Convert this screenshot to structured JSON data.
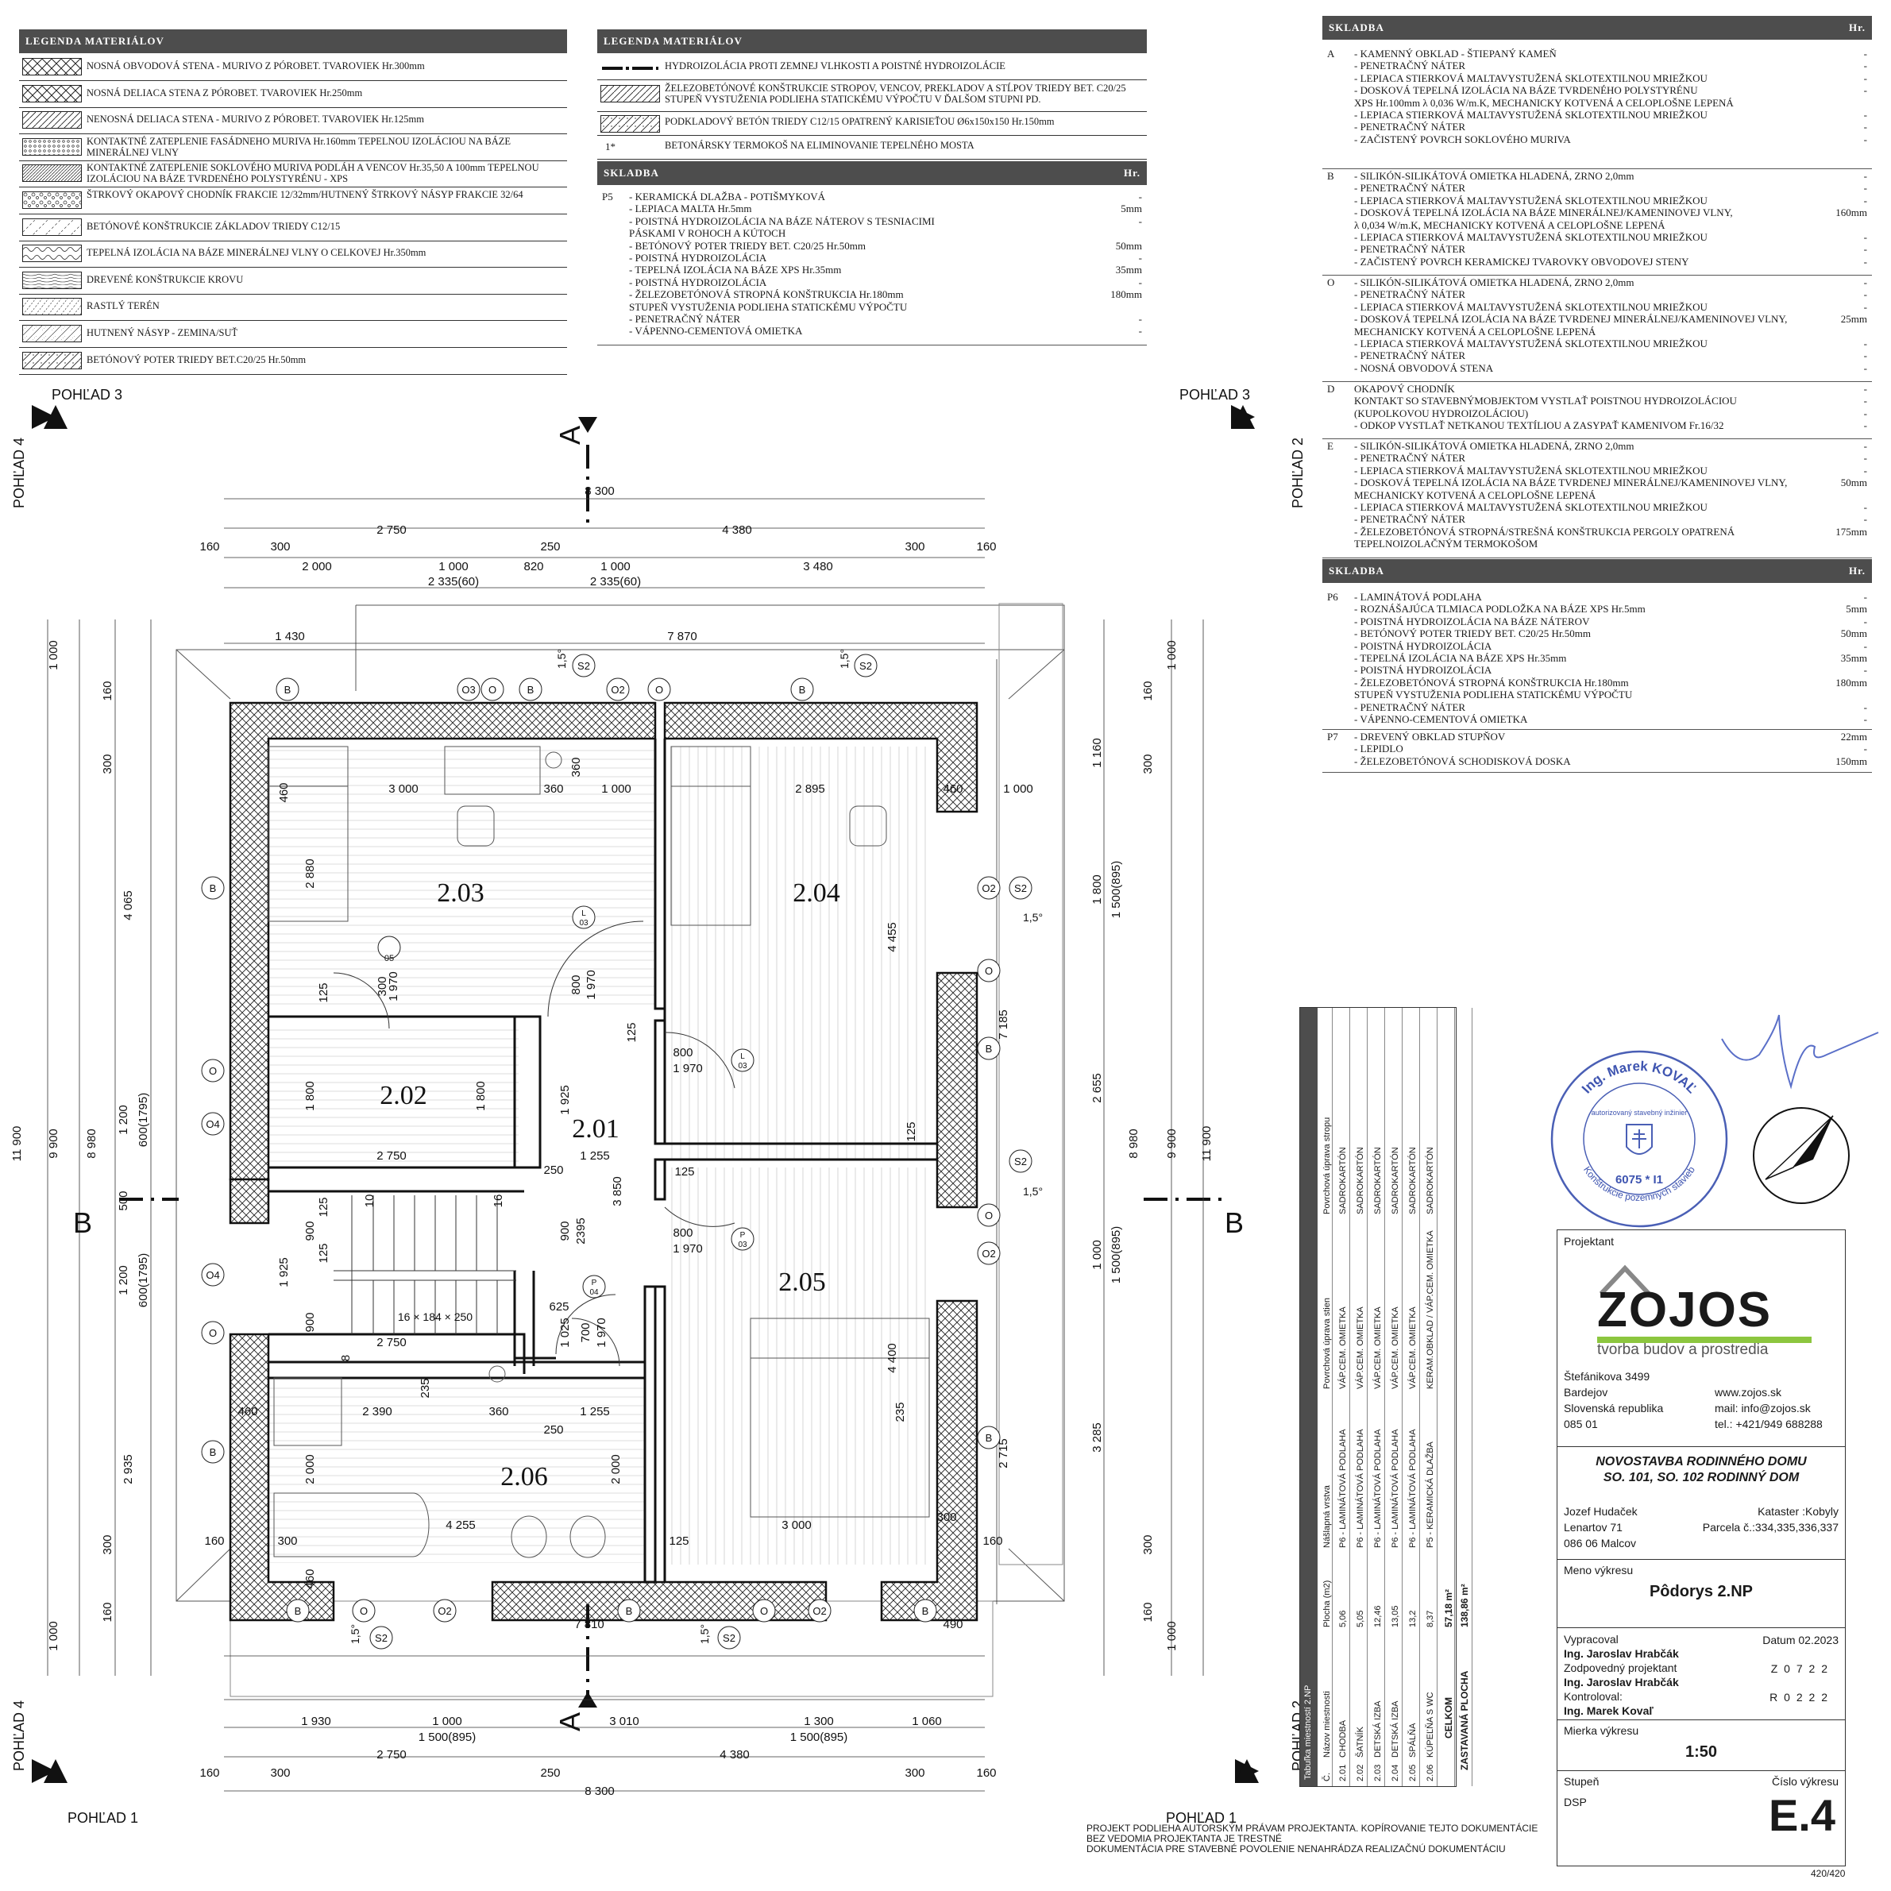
{
  "legend_left": {
    "title": "LEGENDA MATERIÁLOV",
    "items": [
      {
        "label": "NOSNÁ OBVODOVÁ STENA - MURIVO Z PÓROBET. TVAROVIEK Hr.300mm",
        "pattern": "cross"
      },
      {
        "label": "NOSNÁ DELIACA STENA Z PÓROBET. TVAROVIEK Hr.250mm",
        "pattern": "cross"
      },
      {
        "label": "NENOSNÁ DELIACA STENA - MURIVO Z PÓROBET. TVAROVIEK Hr.125mm",
        "pattern": "hatch"
      },
      {
        "label": "KONTAKTNÉ ZATEPLENIE FASÁDNEHO MURIVA Hr.160mm TEPELNOU IZOLÁCIOU NA BÁZE MINERÁLNEJ VLNY",
        "pattern": "dots"
      },
      {
        "label": "KONTAKTNÉ ZATEPLENIE SOKLOVÉHO MURIVA PODLÁH A VENCOV Hr.35,50 A 100mm TEPELNOU IZOLÁCIOU NA BÁZE TVRDENÉHO POLYSTYRÉNU - XPS",
        "pattern": "dense"
      },
      {
        "label": "ŠTRKOVÝ OKAPOVÝ CHODNÍK FRAKCIE 12/32mm/HUTNENÝ ŠTRKOVÝ NÁSYP FRAKCIE 32/64",
        "pattern": "gravel"
      },
      {
        "label": "BETÓNOVÉ KONŠTRUKCIE ZÁKLADOV TRIEDY C12/15",
        "pattern": "sparse"
      },
      {
        "label": "TEPELNÁ IZOLÁCIA NA BÁZE MINERÁLNEJ VLNY O CELKOVEJ Hr.350mm",
        "pattern": "wave"
      },
      {
        "label": "DREVENÉ KONŠTRUKCIE KROVU",
        "pattern": "wood"
      },
      {
        "label": "RASTLÝ TERÉN",
        "pattern": "soil"
      },
      {
        "label": "HUTNENÝ NÁSYP - ZEMINA/SUŤ",
        "pattern": "fill"
      },
      {
        "label": "BETÓNOVÝ POTER TRIEDY BET.C20/25 Hr.50mm",
        "pattern": "hatch2"
      }
    ]
  },
  "legend_mid": {
    "title": "LEGENDA MATERIÁLOV",
    "items": [
      {
        "label": "HYDROIZOLÁCIA PROTI ZEMNEJ VLHKOSTI A POISTNÉ HYDROIZOLÁCIE",
        "pattern": "line"
      },
      {
        "label": "ŽELEZOBETÓNOVÉ KONŠTRUKCIE STROPOV, VENCOV, PREKLADOV A STĹPOV TRIEDY BET. C20/25 STUPEŇ VYSTUŽENIA PODLIEHA STATICKÉMU VÝPOČTU V ĎALŠOM STUPNI PD.",
        "pattern": "hatch"
      },
      {
        "label": "PODKLADOVÝ BETÓN TRIEDY C12/15 OPATRENÝ KARISIEŤOU Ø6x150x150 Hr.150mm",
        "pattern": "hatch2"
      },
      {
        "label": "BETONÁRSKY TERMOKOŠ NA ELIMINOVANIE TEPELNÉHO MOSTA",
        "pattern": "star",
        "code": "1*"
      }
    ]
  },
  "skladba_mid": {
    "title": "SKLADBA",
    "hr": "Hr.",
    "code": "P5",
    "lines": [
      "- KERAMICKÁ DLAŽBA - POTIŠMYKOVÁ",
      "- LEPIACA MALTA Hr.5mm",
      "- POISTNÁ HYDROIZOLÁCIA NA BÁZE NÁTEROV S TESNIACIMI",
      "PÁSKAMI V ROHOCH A KÚTOCH",
      "- BETÓNOVÝ POTER TRIEDY BET. C20/25 Hr.50mm",
      "- POISTNÁ HYDROIZOLÁCIA",
      "- TEPELNÁ IZOLÁCIA NA BÁZE XPS Hr.35mm",
      "- POISTNÁ HYDROIZOLÁCIA",
      "- ŽELEZOBETÓNOVÁ STROPNÁ KONŠTRUKCIA Hr.180mm",
      "STUPEŇ VYSTUŽENIA PODLIEHA STATICKÉMU VÝPOČTU",
      "- PENETRAČNÝ NÁTER",
      "- VÁPENNO-CEMENTOVÁ OMIETKA"
    ],
    "values": [
      "-",
      "5mm",
      "-",
      "",
      "50mm",
      "-",
      "35mm",
      "-",
      "180mm",
      "",
      "-",
      "-"
    ]
  },
  "skladba_right1": {
    "title": "SKLADBA",
    "hr": "Hr.",
    "sections": [
      {
        "code": "A",
        "lines": [
          "- KAMENNÝ OBKLAD - ŠTIEPANÝ KAMEŇ",
          "- PENETRAČNÝ NÁTER",
          "- LEPIACA STIERKOVÁ MALTAVYSTUŽENÁ SKLOTEXTILNOU MRIEŽKOU",
          "- DOSKOVÁ TEPELNÁ IZOLÁCIA NA BÁZE TVRDENÉHO POLYSTYRÉNU",
          "XPS Hr.100mm λ 0,036 W/m.K, MECHANICKY KOTVENÁ A CELOPLOŠNE LEPENÁ",
          "- LEPIACA STIERKOVÁ MALTAVYSTUŽENÁ SKLOTEXTILNOU MRIEŽKOU",
          "- PENETRAČNÝ NÁTER",
          "- ZAČISTENÝ POVRCH SOKLOVÉHO MURIVA"
        ],
        "values": [
          "-",
          "-",
          "-",
          "-",
          "",
          "-",
          "-",
          "-"
        ],
        "h": 154
      },
      {
        "code": "B",
        "lines": [
          "- SILIKÓN-SILIKÁTOVÁ OMIETKA HLADENÁ, ZRNO 2,0mm",
          "- PENETRAČNÝ NÁTER",
          "- LEPIACA STIERKOVÁ MALTAVYSTUŽENÁ SKLOTEXTILNOU MRIEŽKOU",
          "- DOSKOVÁ TEPELNÁ IZOLÁCIA NA BÁZE MINERÁLNEJ/KAMENINOVEJ VLNY,",
          "λ 0,034 W/m.K, MECHANICKY KOTVENÁ A CELOPLOŠNE LEPENÁ",
          "- LEPIACA STIERKOVÁ MALTAVYSTUŽENÁ SKLOTEXTILNOU MRIEŽKOU",
          "- PENETRAČNÝ NÁTER",
          "- ZAČISTENÝ POVRCH KERAMICKEJ TVAROVKY OBVODOVEJ STENY"
        ],
        "values": [
          "-",
          "-",
          "-",
          "160mm",
          "",
          "-",
          "-",
          "-"
        ],
        "h": 134
      },
      {
        "code": "O",
        "lines": [
          "- SILIKÓN-SILIKÁTOVÁ OMIETKA HLADENÁ, ZRNO 2,0mm",
          "- PENETRAČNÝ NÁTER",
          "- LEPIACA STIERKOVÁ MALTAVYSTUŽENÁ SKLOTEXTILNOU MRIEŽKOU",
          "- DOSKOVÁ TEPELNÁ IZOLÁCIA NA BÁZE TVRDENEJ MINERÁLNEJ/KAMENINOVEJ VLNY,",
          "MECHANICKY KOTVENÁ A CELOPLOŠNE LEPENÁ",
          "- LEPIACA STIERKOVÁ MALTAVYSTUŽENÁ SKLOTEXTILNOU MRIEŽKOU",
          "- PENETRAČNÝ NÁTER",
          "- NOSNÁ OBVODOVÁ STENA"
        ],
        "values": [
          "-",
          "-",
          "-",
          "25mm",
          "",
          "-",
          "-",
          "-"
        ],
        "h": 134
      },
      {
        "code": "D",
        "lines": [
          "OKAPOVÝ CHODNÍK",
          "KONTAKT SO STAVEBNÝMOBJEKTOM VYSTLAŤ POISTNOU HYDROIZOLÁCIOU",
          "(KUPOLKOVOU HYDROIZOLÁCIOU)",
          "- ODKOP VYSTLAŤ NETKANOU TEXTÍLIOU A ZASYPAŤ KAMENIVOM Fr.16/32"
        ],
        "values": [
          "-",
          "-",
          "-",
          "-"
        ],
        "h": 72
      },
      {
        "code": "E",
        "lines": [
          "- SILIKÓN-SILIKÁTOVÁ OMIETKA HLADENÁ, ZRNO 2,0mm",
          "- PENETRAČNÝ NÁTER",
          "- LEPIACA STIERKOVÁ MALTAVYSTUŽENÁ SKLOTEXTILNOU MRIEŽKOU",
          "- DOSKOVÁ TEPELNÁ IZOLÁCIA NA BÁZE TVRDENEJ MINERÁLNEJ/KAMENINOVEJ VLNY,",
          "MECHANICKY KOTVENÁ A CELOPLOŠNE LEPENÁ",
          "- LEPIACA STIERKOVÁ MALTAVYSTUŽENÁ SKLOTEXTILNOU MRIEŽKOU",
          "- PENETRAČNÝ NÁTER",
          "- ŽELEZOBETÓNOVÁ STROPNÁ/STREŠNÁ KONŠTRUKCIA PERGOLY OPATRENÁ",
          "TEPELNOIZOLAČNÝM TERMOKOŠOM"
        ],
        "values": [
          "-",
          "-",
          "-",
          "50mm",
          "",
          "-",
          "-",
          "175mm",
          ""
        ],
        "h": 150
      }
    ]
  },
  "skladba_right2": {
    "title": "SKLADBA",
    "hr": "Hr.",
    "sections": [
      {
        "code": "P6",
        "lines": [
          "- LAMINÁTOVÁ PODLAHA",
          "- ROZNÁŠAJÚCA TLMIACA PODLOŽKA NA BÁZE XPS Hr.5mm",
          "- POISTNÁ HYDROIZOLÁCIA NA BÁZE NÁTEROV",
          "- BETÓNOVÝ POTER TRIEDY BET. C20/25 Hr.50mm",
          "- POISTNÁ HYDROIZOLÁCIA",
          "- TEPELNÁ IZOLÁCIA NA BÁZE XPS Hr.35mm",
          "- POISTNÁ HYDROIZOLÁCIA",
          "- ŽELEZOBETÓNOVÁ STROPNÁ KONŠTRUKCIA Hr.180mm",
          "STUPEŇ VYSTUŽENIA PODLIEHA STATICKÉMU VÝPOČTU",
          "- PENETRAČNÝ NÁTER",
          "- VÁPENNO-CEMENTOVÁ OMIETKA"
        ],
        "values": [
          "-",
          "5mm",
          "-",
          "50mm",
          "-",
          "35mm",
          "-",
          "180mm",
          "",
          "-",
          "-"
        ],
        "h": 176
      },
      {
        "code": "P7",
        "lines": [
          "- DREVENÝ OBKLAD STUPŇOV",
          "- LEPIDLO",
          "- ŽELEZOBETÓNOVÁ SCHODISKOVÁ DOSKA"
        ],
        "values": [
          "22mm",
          "-",
          "150mm"
        ],
        "h": 54
      }
    ]
  },
  "plan": {
    "rooms": [
      {
        "id": "2.03",
        "label": "2.03"
      },
      {
        "id": "2.04",
        "label": "2.04"
      },
      {
        "id": "2.02",
        "label": "2.02"
      },
      {
        "id": "2.01",
        "label": "2.01"
      },
      {
        "id": "2.05",
        "label": "2.05"
      },
      {
        "id": "2.06",
        "label": "2.06"
      }
    ],
    "views": {
      "v3": "POHĽAD 3",
      "v4": "POHĽAD 4",
      "v2": "POHĽAD 2",
      "v1": "POHĽAD 1"
    },
    "sections": {
      "A": "A",
      "B": "B"
    },
    "stair": "16 × 184 × 250",
    "dims_top": {
      "d1": "8 300",
      "d2": "2 750",
      "d3": "4 380",
      "d4": "160",
      "d5": "300",
      "d6": "250",
      "d7": "300",
      "d8": "160",
      "d9": "2 000",
      "d10": "1 000",
      "d11": "820",
      "d12": "1 000",
      "d13": "3 480",
      "d14": "2 335(60)",
      "d15": "2 335(60)",
      "d16": "1 430",
      "d17": "7 870"
    },
    "dims_bottom": {
      "d1": "1 930",
      "d2": "1 000",
      "d3": "3 010",
      "d4": "1 300",
      "d5": "1 060",
      "d6": "1 500(895)",
      "d7": "1 500(895)",
      "d8": "2 750",
      "d9": "4 380",
      "d10": "160",
      "d11": "300",
      "d12": "250",
      "d13": "300",
      "d14": "160",
      "d15": "8 300",
      "d16": "7 810",
      "d17": "490"
    },
    "dims_left": {
      "d1": "11 900",
      "d2": "9 900",
      "d3": "8 980",
      "d4": "1 000",
      "d5": "160",
      "d6": "300",
      "d7": "4 065",
      "d8": "1 200",
      "d9": "600(1795)",
      "d10": "500",
      "d11": "1 200",
      "d12": "600(1795)",
      "d13": "2 935",
      "d14": "300",
      "d15": "160",
      "d16": "1 000"
    },
    "dims_right": {
      "d1": "11 900",
      "d2": "9 900",
      "d3": "8 980",
      "d4": "1 000",
      "d5": "160",
      "d6": "300",
      "d7": "1 160",
      "d8": "1 800",
      "d9": "1 500(895)",
      "d10": "7 185",
      "d11": "2 655",
      "d12": "1 000",
      "d13": "1 500(895)",
      "d14": "4 455",
      "d15": "3 285",
      "d16": "2 715",
      "d17": "1 000",
      "d18": "300",
      "d19": "160",
      "d20": "1 000"
    },
    "dims_inner": {
      "a1": "460",
      "a2": "3 000",
      "a3": "360",
      "a4": "1 000",
      "a5": "2 895",
      "a6": "460",
      "a7": "1 000",
      "a8": "360",
      "a9": "2 880",
      "a10": "125",
      "a11": "125",
      "b1": "2 750",
      "b2": "1 800",
      "b3": "1 800",
      "b4": "1 925",
      "b5": "1 255",
      "b6": "250",
      "b7": "3 850",
      "b8": "125",
      "b9": "125",
      "c1": "900",
      "c2": "2395",
      "c3": "800",
      "c4": "1 970",
      "c5": "800",
      "c6": "1 970",
      "c7": "800",
      "c8": "1 970",
      "e1": "1 925",
      "e2": "900",
      "e3": "125",
      "e4": "2 750",
      "e5": "625",
      "e6": "1 025",
      "e7": "700",
      "e8": "1 970",
      "e9": "900",
      "e10": "1 970",
      "e11": "300",
      "e12": "10",
      "e13": "16",
      "e14": "8",
      "f1": "460",
      "f2": "2 390",
      "f3": "235",
      "f4": "360",
      "f5": "1 255",
      "f6": "250",
      "f7": "2 000",
      "f8": "4 255",
      "f9": "2 000",
      "f10": "3 000",
      "f11": "300",
      "f12": "160",
      "f13": "125",
      "f14": "460",
      "f15": "4 400",
      "f16": "235",
      "f17": "300",
      "f18": "160"
    },
    "markers": {
      "B": "B",
      "O": "O",
      "O2": "O2",
      "O3": "O3",
      "O4": "O4",
      "S2": "S2",
      "slope": "1,5°",
      "ref_top": "L",
      "ref_bot": "03",
      "ref_p": "P",
      "ref_04": "04",
      "ref_05": "05"
    }
  },
  "room_table": {
    "title": "Tabuľka miestností 2.NP",
    "headers": [
      "Č.",
      "Názov miestnosti",
      "Plocha (m2)",
      "Nášlapná vrstva",
      "Povrchová úprava stien",
      "Povrchová úprava stropu"
    ],
    "rows": [
      [
        "2.01",
        "CHODBA",
        "5,06",
        "P6 - LAMINÁTOVÁ PODLAHA",
        "VÁP.CEM. OMIETKA",
        "SADROKARTÓN"
      ],
      [
        "2.02",
        "ŠATNÍK",
        "5,05",
        "P6 - LAMINÁTOVÁ PODLAHA",
        "VÁP.CEM. OMIETKA",
        "SADROKARTÓN"
      ],
      [
        "2.03",
        "DETSKÁ IZBA",
        "12,46",
        "P6 - LAMINÁTOVÁ PODLAHA",
        "VÁP.CEM. OMIETKA",
        "SADROKARTÓN"
      ],
      [
        "2.04",
        "DETSKÁ IZBA",
        "13,05",
        "P6 - LAMINÁTOVÁ PODLAHA",
        "VÁP.CEM. OMIETKA",
        "SADROKARTÓN"
      ],
      [
        "2.05",
        "SPÁLŇA",
        "13,2",
        "P6 - LAMINÁTOVÁ PODLAHA",
        "VÁP.CEM. OMIETKA",
        "SADROKARTÓN"
      ],
      [
        "2.06",
        "KÚPEĽŇA S WC",
        "8,37",
        "P5 - KERAMICKÁ DLAŽBA",
        "KERAM.OBKLAD / VÁP.CEM. OMIETKA",
        "SADROKARTÓN"
      ]
    ],
    "total_label": "CELKOM",
    "total_value": "57,18 m²",
    "built_label": "ZASTAVANÁ PLOCHA",
    "built_value": "138,86 m²"
  },
  "stamp": {
    "name": "Ing. Marek KOVAĽ",
    "sub": "autorizovaný stavebný inžinier",
    "number": "6075 * I1",
    "field": "Konštrukcie pozemných stavieb"
  },
  "titleblock": {
    "projektant_label": "Projektant",
    "logo": "ZOJOS",
    "tagline": "tvorba budov a prostredia",
    "address": [
      "Štefánikova 3499",
      "Bardejov",
      "Slovenská republika",
      "085 01"
    ],
    "contact": [
      "www.zojos.sk",
      "mail: info@zojos.sk",
      "tel.: +421/949 688288"
    ],
    "project_title": [
      "NOVOSTAVBA RODINNÉHO DOMU",
      "SO. 101, SO. 102 RODINNÝ DOM"
    ],
    "client": [
      "Jozef Hudaček",
      "Lenartov 71",
      "086 06 Malcov"
    ],
    "kataster": "Kataster :Kobyly",
    "parcela": "Parcela č.:334,335,336,337",
    "meno_label": "Meno výkresu",
    "meno": "Pôdorys 2.NP",
    "vypracoval_label": "Vypracoval",
    "vypracoval": "Ing. Jaroslav Hrabčák",
    "datum": "Datum 02.2023",
    "zodp_label": "Zodpovedný projektant",
    "zodp": "Ing. Jaroslav Hrabčák",
    "zodp_code": "Z 0 7 2 2",
    "kontr_label": "Kontroloval:",
    "kontr": "Ing. Marek Kovaľ",
    "kontr_code": "R 0 2 2 2",
    "mierka_label": "Mierka výkresu",
    "mierka": "1:50",
    "stupen_label": "Stupeň",
    "stupen": "DSP",
    "cislo_label": "Číslo výkresu",
    "cislo": "E.4",
    "size": "420/420"
  },
  "footer": [
    "PROJEKT PODLIEHA AUTORSKÝM PRÁVAM PROJEKTANTA. KOPÍROVANIE TEJTO DOKUMENTÁCIE",
    "BEZ VEDOMIA PROJEKTANTA JE TRESTNÉ",
    "DOKUMENTÁCIA PRE STAVEBNÉ POVOLENIE NENAHRÁDZA REALIZAČNÚ DOKUMENTÁCIU"
  ]
}
